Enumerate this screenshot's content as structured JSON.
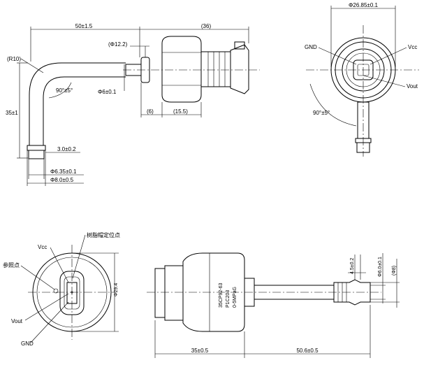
{
  "dimensions": {
    "length_top": "50±1.5",
    "length_36": "(36)",
    "radius": "(R10)",
    "dia_12_2": "(Φ12.2)",
    "height_35": "35±1",
    "angle_90": "90°±5°",
    "dia_6": "Φ6±0.1",
    "len_6": "(6)",
    "len_15_5": "(15.5)",
    "len_3": "3.0±0.2",
    "dia_6_35": "Φ6.35±0.1",
    "dia_8": "Φ8.0±0.5",
    "dia_26_85": "Φ26.85±0.1",
    "angle_side": "90°±5°",
    "dia_29_4": "Φ29.4",
    "len_35_bottom": "35±0.5",
    "len_50_6": "50.6±0.5",
    "len_4_5": "4.5±0.2",
    "dia_6_0": "Φ6.0±0.1",
    "dia_8_paren": "(Φ8)"
  },
  "labels": {
    "gnd_top": "GND",
    "vcc_top": "Vcc",
    "vout_top": "Vout",
    "resin_cap": "树脂帽定位点",
    "vcc_bottom": "Vcc",
    "reference": "参照点",
    "vout_bottom": "Vout",
    "gnd_bottom": "GND"
  },
  "marking": {
    "line1": "35CP92-63",
    "line2": "P1C203",
    "line3": "0-5MPaG"
  }
}
